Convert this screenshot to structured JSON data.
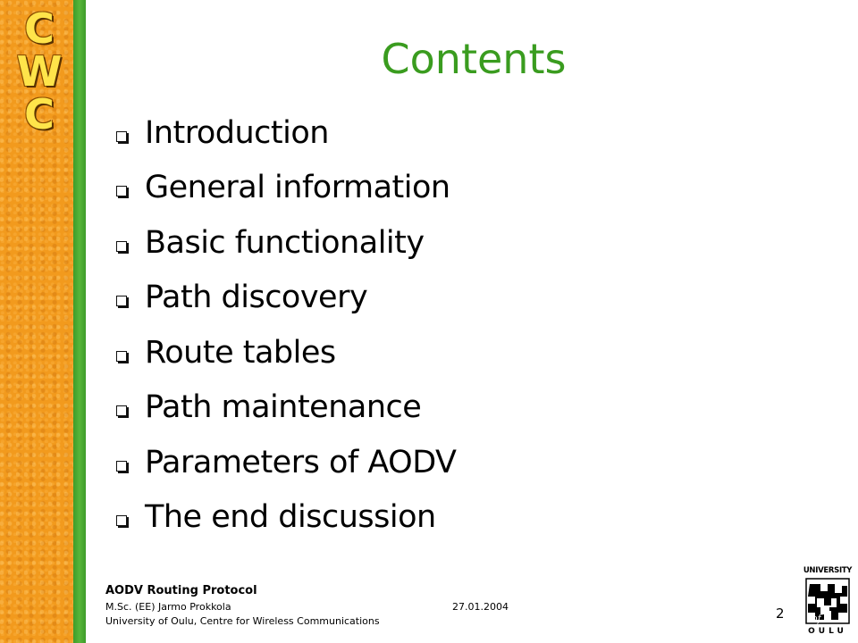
{
  "logo": {
    "letters": [
      "C",
      "W",
      "C"
    ]
  },
  "slide": {
    "title": "Contents",
    "items": [
      {
        "label": "Introduction"
      },
      {
        "label": "General information"
      },
      {
        "label": "Basic functionality"
      },
      {
        "label": "Path discovery"
      },
      {
        "label": "Route tables"
      },
      {
        "label": "Path maintenance"
      },
      {
        "label": "Parameters of AODV"
      },
      {
        "label": "The end discussion"
      }
    ]
  },
  "footer": {
    "title": "AODV Routing Protocol",
    "author": "M.Sc. (EE) Jarmo Prokkola",
    "organization": "University of Oulu, Centre for Wireless Communications",
    "date": "27.01.2004",
    "page_number": "2"
  },
  "university_logo": {
    "top_text": "UNIVERSITY",
    "bottom_text": "OULU"
  },
  "colors": {
    "title": "#3a9c1f",
    "band_orange": "#f29a1d",
    "band_green": "#4caa30",
    "logo_letters": "#ffe44a"
  }
}
